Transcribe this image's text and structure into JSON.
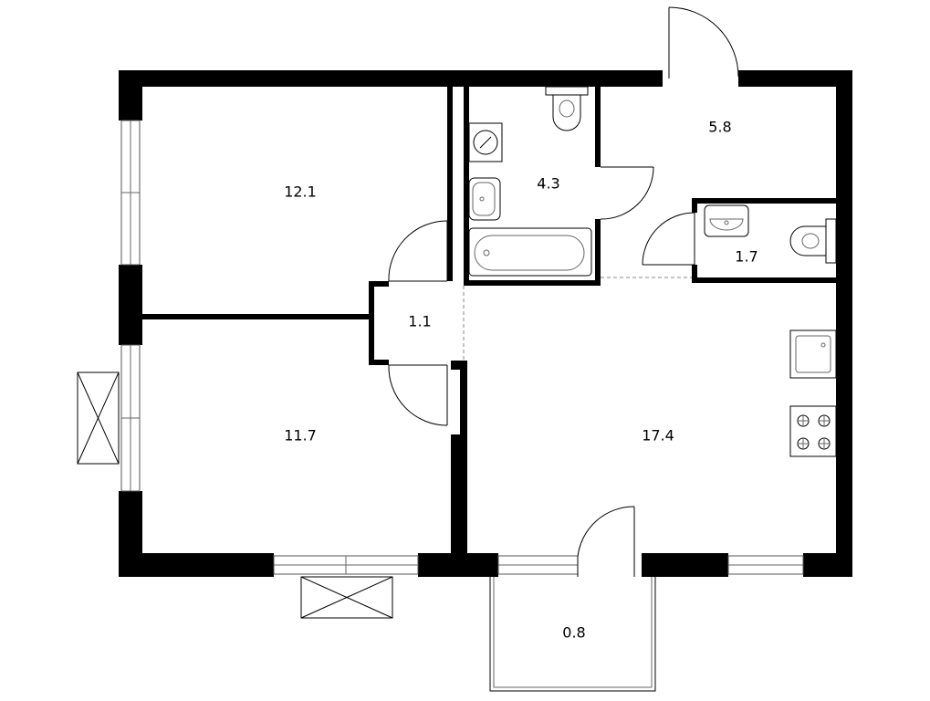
{
  "plan": {
    "rooms": {
      "bedroom_upper": "12.1",
      "bedroom_lower": "11.7",
      "bathroom": "4.3",
      "entry_hall": "5.8",
      "toilet": "1.7",
      "inner_hall": "1.1",
      "kitchen_living": "17.4",
      "balcony": "0.8"
    },
    "colors": {
      "wall": "#000000",
      "background": "#ffffff"
    }
  }
}
